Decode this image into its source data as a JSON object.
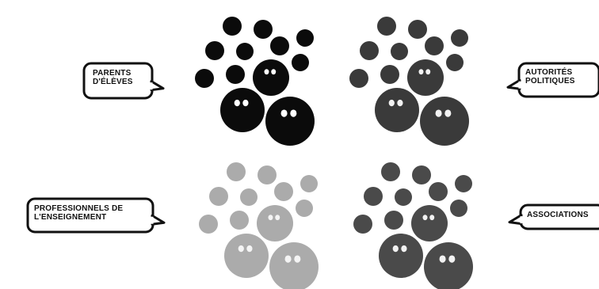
{
  "groups": [
    {
      "id": "parents",
      "label": "PARENTS\nD'ÉLÈVES",
      "color": "#0b0b0b",
      "eye_color": "#ffffff"
    },
    {
      "id": "autorites",
      "label": "AUTORITÉS\nPOLITIQUES",
      "color": "#3a3a3a",
      "eye_color": "#f2f2f2"
    },
    {
      "id": "professionnels",
      "label": "PROFESSIONNELS DE\nL'ENSEIGNEMENT",
      "color": "#ababab",
      "eye_color": "#f4f4f4"
    },
    {
      "id": "associations",
      "label": "ASSOCIATIONS",
      "color": "#4a4a4a",
      "eye_color": "#f2f2f2"
    }
  ],
  "bubble_border_color": "#111111"
}
